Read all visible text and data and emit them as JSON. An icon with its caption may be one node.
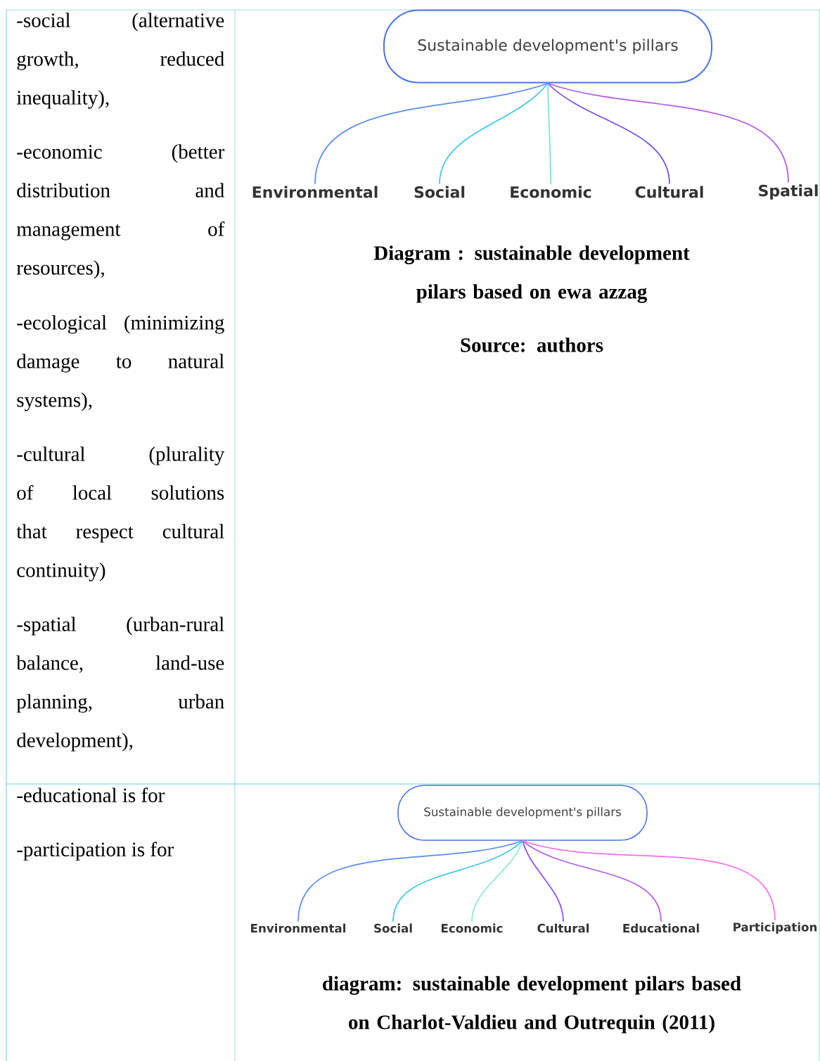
{
  "diagram": {
    "nodes": [
      {
        "text": [
          "Sustainable development's pillars"
        ]
      },
      {
        "text": [
          "Environmental"
        ]
      },
      {
        "text": [
          "Social"
        ]
      },
      {
        "text": [
          "Economic"
        ]
      },
      {
        "text": [
          "Cultural"
        ]
      },
      {
        "text": [
          "Spatial"
        ]
      },
      {
        "text": [
          "Sustainable development's pillars"
        ]
      },
      {
        "text": [
          "Environmental"
        ]
      },
      {
        "text": [
          "Social"
        ]
      },
      {
        "text": [
          "Economic"
        ]
      },
      {
        "text": [
          "Cultural"
        ]
      },
      {
        "text": [
          "Educational"
        ]
      },
      {
        "text": [
          "Participation"
        ]
      }
    ],
    "edges": [
      {
        "from": 0,
        "to": 1,
        "arrow": "none",
        "color": "#5b8def"
      },
      {
        "from": 0,
        "to": 2,
        "arrow": "none",
        "color": "#3fc8e8"
      },
      {
        "from": 0,
        "to": 3,
        "arrow": "none",
        "color": "#7fe0d0"
      },
      {
        "from": 0,
        "to": 4,
        "arrow": "none",
        "color": "#7b4fe0"
      },
      {
        "from": 0,
        "to": 5,
        "arrow": "none",
        "color": "#b45ce8"
      },
      {
        "from": 6,
        "to": 7,
        "arrow": "none",
        "color": "#5b8def"
      },
      {
        "from": 6,
        "to": 8,
        "arrow": "none",
        "color": "#3fc8e8"
      },
      {
        "from": 6,
        "to": 9,
        "arrow": "none",
        "color": "#8fe8d8"
      },
      {
        "from": 6,
        "to": 10,
        "arrow": "none",
        "color": "#8a4ff0"
      },
      {
        "from": 6,
        "to": 11,
        "arrow": "none",
        "color": "#b45ce8"
      },
      {
        "from": 6,
        "to": 12,
        "arrow": "none",
        "color": "#f070e8"
      }
    ],
    "labels": [
      "-social (alternative growth, reduced inequality),",
      "-economic (better distribution and management of resources),",
      "-ecological (minimizing damage to natural systems),",
      "-cultural (plurality of local solutions that respect cultural continuity)",
      "-spatial (urban-rural balance, land-use planning, urban development),",
      "Diagram : sustainable development pilars based on ewa azzag",
      "Source: authors",
      "-educational is for",
      "-participation is for",
      "diagram: sustainable development pilars based on Charlot-Valdieu and Outrequin (2011)"
    ]
  }
}
